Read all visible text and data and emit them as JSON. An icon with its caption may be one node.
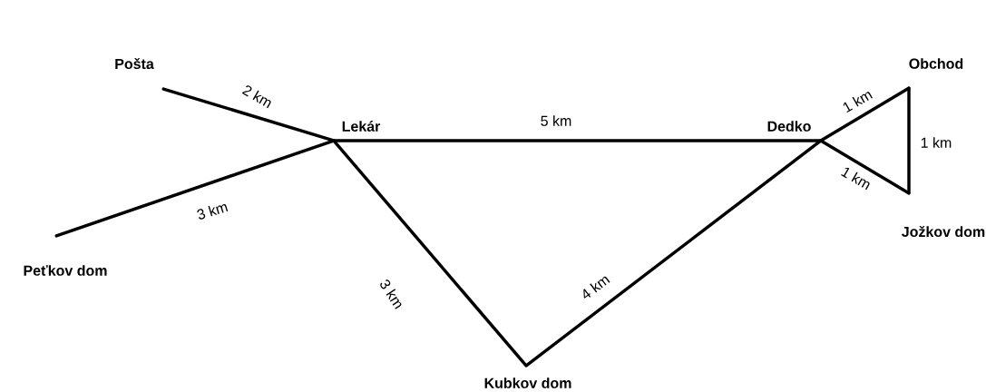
{
  "diagram": {
    "nodes": [
      {
        "text": [
          "Pošta"
        ]
      },
      {
        "text": [
          "Lekár"
        ]
      },
      {
        "text": [
          "Peťkov dom"
        ]
      },
      {
        "text": [
          "Kubkov dom"
        ]
      },
      {
        "text": [
          "Dedko"
        ]
      },
      {
        "text": [
          "Obchod"
        ]
      },
      {
        "text": [
          "Jožkov dom"
        ]
      }
    ],
    "edges": [
      {
        "from": 0,
        "to": 1,
        "arrow": "none",
        "label": "2 km"
      },
      {
        "from": 2,
        "to": 1,
        "arrow": "none",
        "label": "3 km"
      },
      {
        "from": 1,
        "to": 4,
        "arrow": "none",
        "label": "5 km"
      },
      {
        "from": 1,
        "to": 3,
        "arrow": "none",
        "label": "3 km"
      },
      {
        "from": 3,
        "to": 4,
        "arrow": "none",
        "label": "4 km"
      },
      {
        "from": 4,
        "to": 5,
        "arrow": "none",
        "label": "1 km"
      },
      {
        "from": 5,
        "to": 6,
        "arrow": "none",
        "label": "1 km"
      },
      {
        "from": 4,
        "to": 6,
        "arrow": "none",
        "label": "1 km"
      }
    ]
  }
}
